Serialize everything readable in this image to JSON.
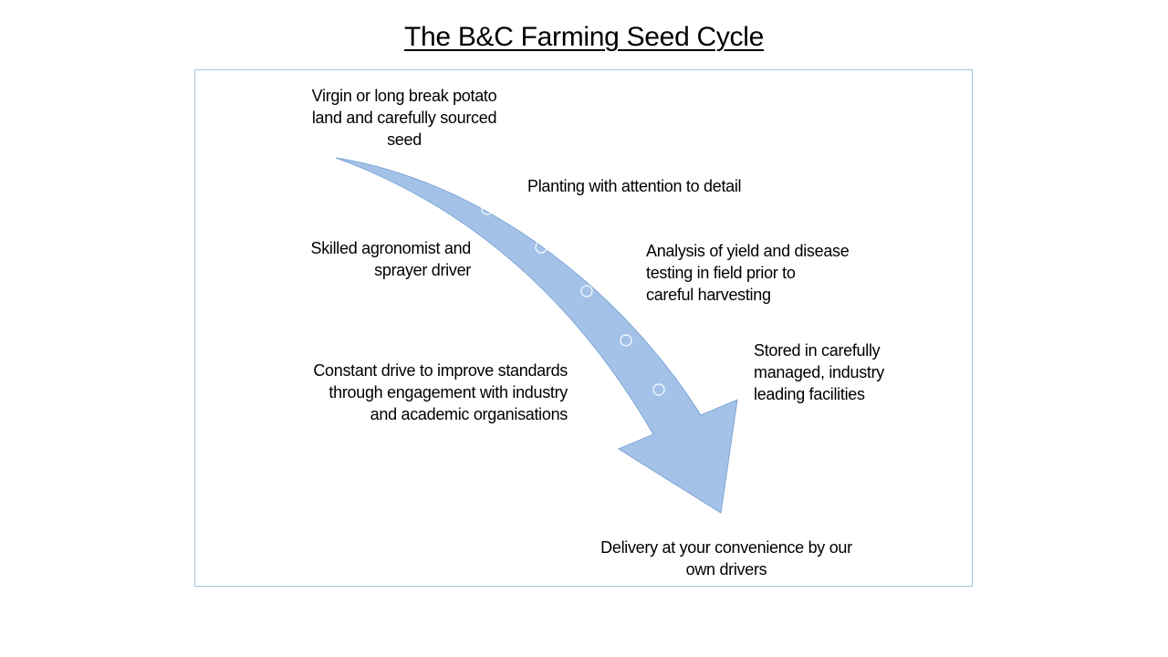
{
  "title": "The B&C Farming Seed Cycle",
  "arrow": {
    "fill_color": "#a4c2e8",
    "stroke_color": "#7fa6d6",
    "node_color": "#ffffff",
    "node_count": 5
  },
  "labels": {
    "start": "Virgin or long break potato\nland and carefully sourced\nseed",
    "planting": "Planting with attention to detail",
    "agronomist": "Skilled agronomist and\nsprayer driver",
    "analysis": "Analysis of yield and disease\ntesting in field prior to\ncareful harvesting",
    "storage": "Stored in carefully\nmanaged, industry\nleading facilities",
    "standards": "Constant drive to improve standards\nthrough engagement with industry\nand academic organisations",
    "delivery": "Delivery at your convenience by our\nown drivers"
  }
}
